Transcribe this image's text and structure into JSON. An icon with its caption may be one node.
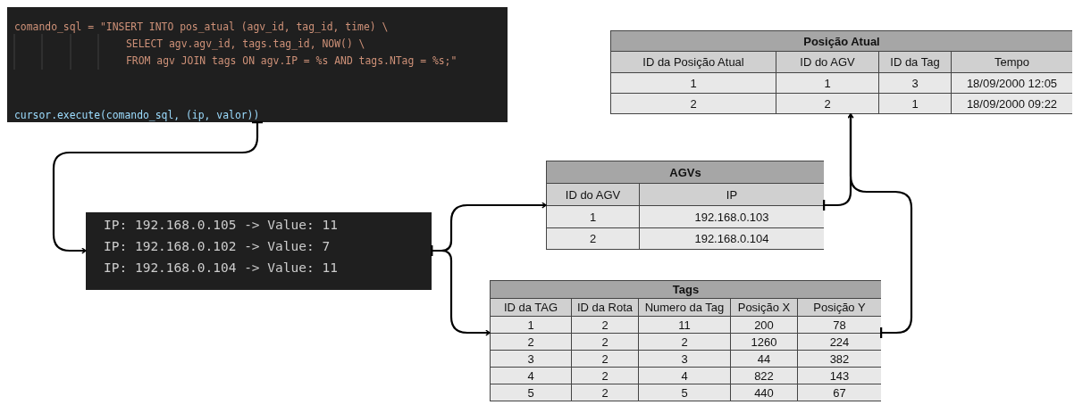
{
  "diagram": {
    "nodes": [
      {
        "text": [
          "comando_sql = \"INSERT INTO pos_atual (agv_id, tag_id, time) \\",
          "SELECT agv.agv_id, tags.tag_id, NOW() \\",
          "FROM agv JOIN tags ON agv.IP = %s AND tags.NTag = %s;\"",
          "cursor.execute(comando_sql, (ip, valor))"
        ]
      },
      {
        "text": [
          "Posição Atual",
          "ID da Posição Atual",
          "ID do AGV",
          "ID da Tag",
          "Tempo",
          "1",
          "1",
          "3",
          "18/09/2000 12:05",
          "2",
          "2",
          "1",
          "18/09/2000 09:22"
        ]
      },
      {
        "text": [
          "AGVs",
          "ID do AGV",
          "IP",
          "1",
          "192.168.0.103",
          "2",
          "192.168.0.104"
        ]
      },
      {
        "text": [
          "IP: 192.168.0.105 -> Value: 11",
          "IP: 192.168.0.102 -> Value: 7",
          "IP: 192.168.0.104 -> Value: 11"
        ]
      },
      {
        "text": [
          "Tags",
          "ID da TAG",
          "ID da Rota",
          "Numero da Tag",
          "Posição X",
          "Posição Y",
          "1",
          "2",
          "11",
          "200",
          "78",
          "2",
          "2",
          "2",
          "1260",
          "224",
          "3",
          "2",
          "3",
          "44",
          "382",
          "4",
          "2",
          "4",
          "822",
          "143",
          "5",
          "2",
          "5",
          "440",
          "67"
        ]
      }
    ],
    "edges": [
      {
        "from": 0,
        "to": 3,
        "arrow": "to"
      },
      {
        "from": 3,
        "to": 2,
        "arrow": "to"
      },
      {
        "from": 3,
        "to": 4,
        "arrow": "to"
      },
      {
        "from": 2,
        "to": 1,
        "arrow": "to"
      },
      {
        "from": 4,
        "to": 1,
        "arrow": "to"
      }
    ]
  }
}
